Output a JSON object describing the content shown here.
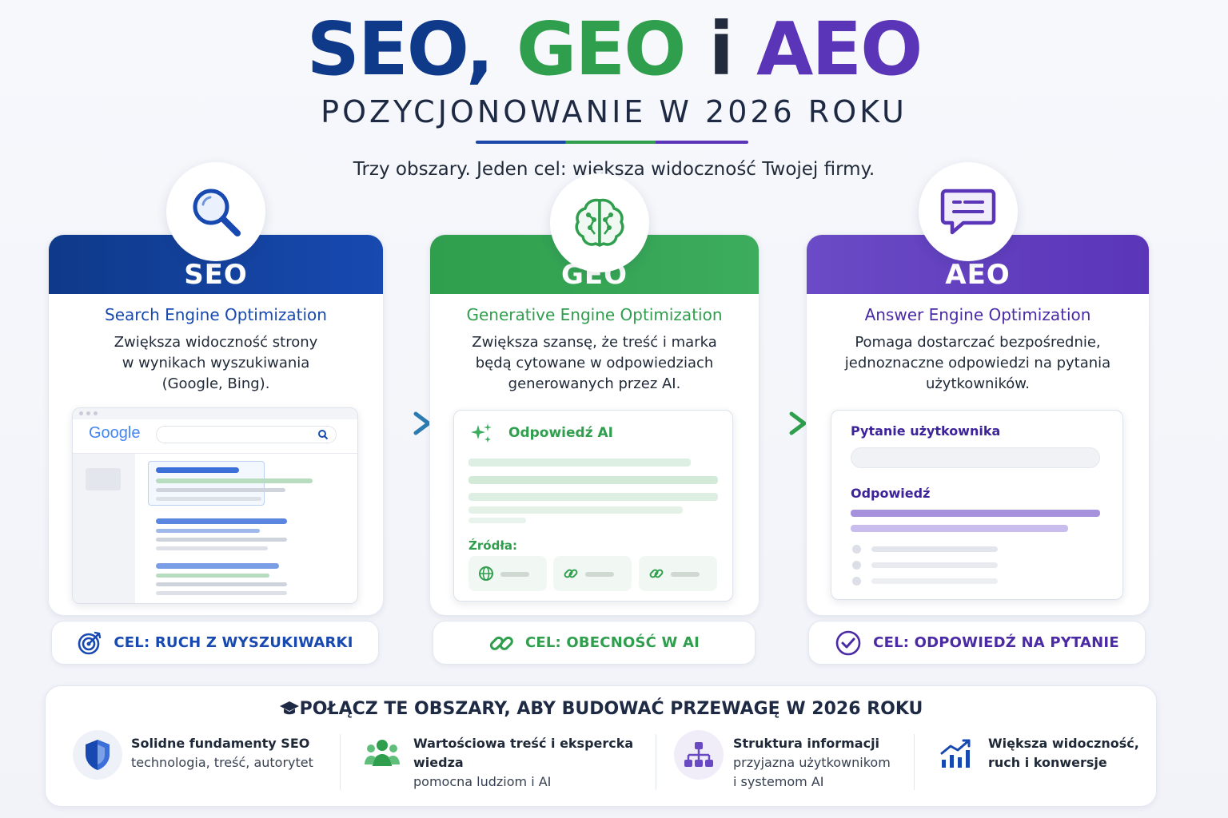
{
  "header": {
    "title_seo": "SEO,",
    "title_geo": "GEO",
    "title_and": "i",
    "title_aeo": "AEO",
    "subtitle": "POZYCJONOWANIE W 2026 ROKU",
    "tagline": "Trzy obszary. Jeden cel: większa widoczność Twojej firmy."
  },
  "colors": {
    "seo": "#0f3a8a",
    "geo": "#2f9e4d",
    "aeo": "#5a35b8"
  },
  "cards": {
    "seo": {
      "label": "SEO",
      "full_name": "Search Engine Optimization",
      "desc_line1": "Zwiększa widoczność strony",
      "desc_line2": "w wynikach wyszukiwania",
      "desc_line3": "(Google, Bing).",
      "icon": "magnifier-icon",
      "mock_logo": "Google",
      "goal": "CEL: RUCH Z WYSZUKIWARKI"
    },
    "geo": {
      "label": "GEO",
      "full_name": "Generative Engine Optimization",
      "desc_line1": "Zwiększa szansę, że treść i marka",
      "desc_line2": "będą cytowane w odpowiedziach",
      "desc_line3": "generowanych przez AI.",
      "icon": "brain-icon",
      "mock_title": "Odpowiedź AI",
      "mock_sources": "Źródła:",
      "goal": "CEL: OBECNOŚĆ W AI"
    },
    "aeo": {
      "label": "AEO",
      "full_name": "Answer Engine Optimization",
      "desc_line1": "Pomaga dostarczać bezpośrednie,",
      "desc_line2": "jednoznaczne odpowiedzi na pytania",
      "desc_line3": "użytkowników.",
      "icon": "chat-icon",
      "mock_question": "Pytanie użytkownika",
      "mock_answer": "Odpowiedź",
      "goal": "CEL: ODPOWIEDŹ NA PYTANIE"
    }
  },
  "bottom": {
    "title": "POŁĄCZ TE OBSZARY, ABY BUDOWAĆ PRZEWAGĘ W 2026 ROKU",
    "features": [
      {
        "icon": "shield-icon",
        "line1": "Solidne fundamenty SEO",
        "line2": "technologia, treść, autorytet",
        "line3": ""
      },
      {
        "icon": "people-icon",
        "line1": "Wartościowa treść i ekspercka wiedza",
        "line2": "pomocna ludziom i AI",
        "line3": ""
      },
      {
        "icon": "hierarchy-icon",
        "line1": "Struktura informacji",
        "line2": "przyjazna użytkownikom",
        "line3": "i systemom AI"
      },
      {
        "icon": "growth-chart-icon",
        "line1": "Większa widoczność,",
        "line2": "ruch i konwersje",
        "line3": ""
      }
    ]
  }
}
